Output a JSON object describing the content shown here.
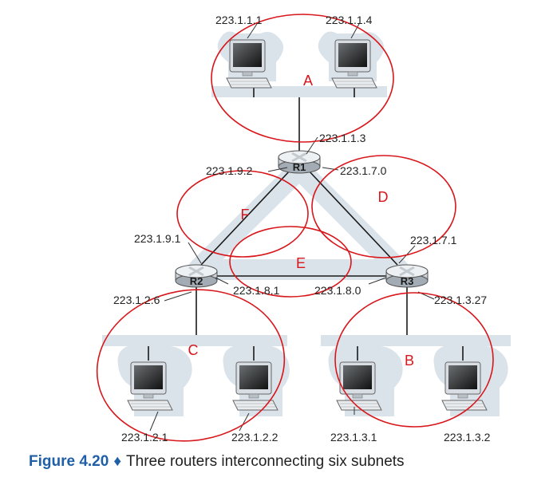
{
  "subnets": {
    "A": "A",
    "B": "B",
    "C": "C",
    "D": "D",
    "E": "E",
    "F": "F"
  },
  "routers": {
    "r1": "R1",
    "r2": "R2",
    "r3": "R3"
  },
  "addresses": {
    "a_host1": "223.1.1.1",
    "a_host2": "223.1.1.4",
    "r1_a": "223.1.1.3",
    "r1_f": "223.1.9.2",
    "r1_d": "223.1.7.0",
    "r2_f": "223.1.9.1",
    "r3_d": "223.1.7.1",
    "r2_e": "223.1.8.1",
    "r3_e": "223.1.8.0",
    "r2_c": "223.1.2.6",
    "r3_b": "223.1.3.27",
    "c_host1": "223.1.2.1",
    "c_host2": "223.1.2.2",
    "b_host1": "223.1.3.1",
    "b_host2": "223.1.3.2"
  },
  "caption": {
    "figure": "Figure 4.20",
    "separator": "♦",
    "text": "Three routers interconnecting six subnets"
  },
  "colors": {
    "subnet_ellipse": "#d8161b",
    "link": "#1a1a1a",
    "network_cloud": "#dbe3ea",
    "figure_label": "#1f5fa8"
  }
}
